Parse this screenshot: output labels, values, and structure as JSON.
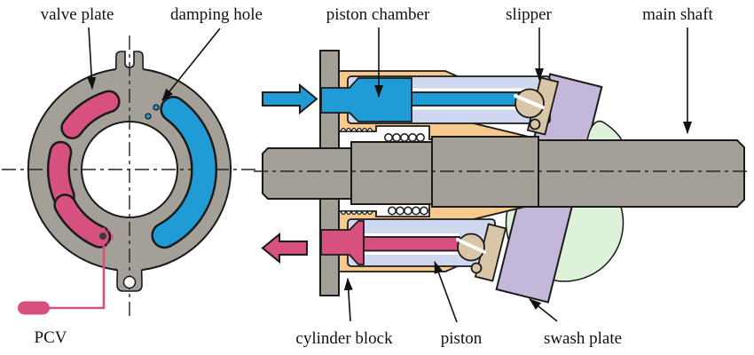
{
  "diagram": {
    "left_view": {
      "valve_plate_label": "valve plate",
      "damping_hole_label": "damping hole",
      "pcv_label": "PCV"
    },
    "right_view": {
      "piston_chamber_label": "piston chamber",
      "slipper_label": "slipper",
      "main_shaft_label": "main shaft",
      "cylinder_block_label": "cylinder block",
      "piston_label": "piston",
      "swash_plate_label": "swash plate"
    }
  },
  "icons": {
    "inlet_arrow": "flow-arrow-right-icon",
    "outlet_arrow": "flow-arrow-left-icon"
  },
  "colors": {
    "outline": "#1a1a1a",
    "metal_gray": "#a4a098",
    "suction_blue": "#1f9cd6",
    "discharge_pink": "#d6517f",
    "block_orange": "#f8c98d",
    "piston_lavender": "#cfd8ee",
    "swash_lavender": "#c3b7da",
    "slipper_tan": "#d9c6a6",
    "shoe_green": "#def1d9",
    "background": "#ffffff"
  }
}
